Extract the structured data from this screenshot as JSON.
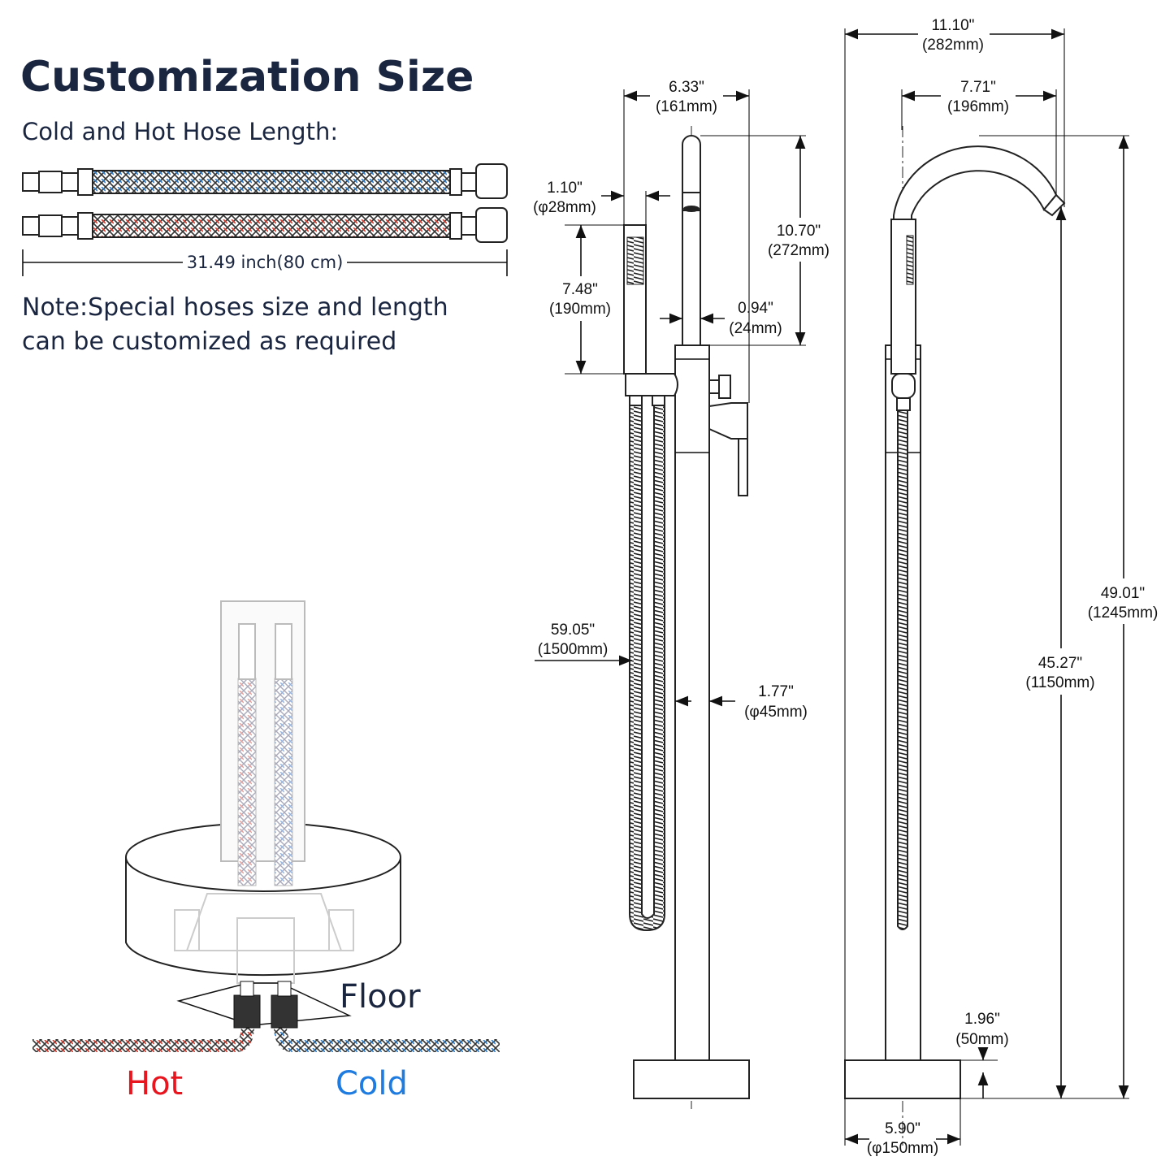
{
  "header": {
    "title": "Customization Size",
    "subtitle": "Cold and Hot Hose Length:"
  },
  "hoses": {
    "length_label": "31.49 inch(80 cm)",
    "note_line1": "Note:Special hoses size and length",
    "note_line2": "can be customized as required",
    "cold_color": "#2a7fd4",
    "hot_color": "#e0392b"
  },
  "install": {
    "floor_label": "Floor",
    "hot_label": "Hot",
    "cold_label": "Cold",
    "hot_color": "#e8141e",
    "cold_color": "#1e7be0"
  },
  "front_view": {
    "width_in": "6.33\"",
    "width_mm": "(161mm)",
    "spout_in": "10.70\"",
    "spout_mm": "(272mm)",
    "handheld_dia_in": "1.10\"",
    "handheld_dia_mm": "(φ28mm)",
    "handheld_len_in": "7.48\"",
    "handheld_len_mm": "(190mm)",
    "spout_dia_in": "0.94\"",
    "spout_dia_mm": "(24mm)",
    "hose_in": "59.05\"",
    "hose_mm": "(1500mm)",
    "pole_dia_in": "1.77\"",
    "pole_dia_mm": "(φ45mm)"
  },
  "side_view": {
    "total_width_in": "11.10\"",
    "total_width_mm": "(282mm)",
    "reach_in": "7.71\"",
    "reach_mm": "(196mm)",
    "height_in": "49.01\"",
    "height_mm": "(1245mm)",
    "spout_height_in": "45.27\"",
    "spout_height_mm": "(1150mm)",
    "base_h_in": "1.96\"",
    "base_h_mm": "(50mm)",
    "base_dia_in": "5.90\"",
    "base_dia_mm": "(φ150mm)"
  }
}
